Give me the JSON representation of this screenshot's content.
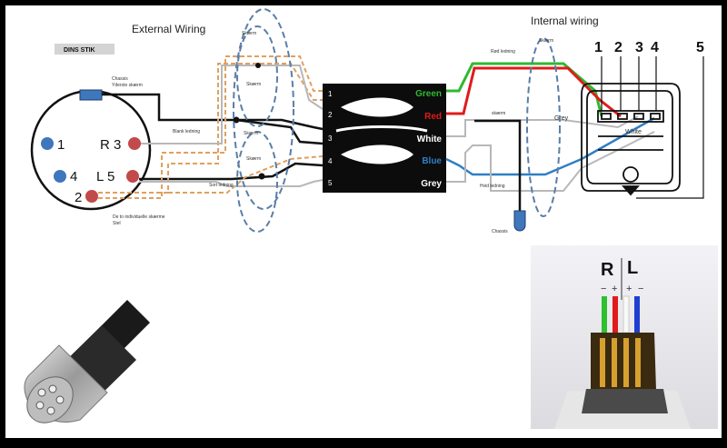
{
  "titles": {
    "external": "External Wiring",
    "internal": "Internal wiring"
  },
  "din": {
    "header": "DINS STIK",
    "chassis_label": "Chassis",
    "outer_shield_label": "Yderste skærm",
    "pins": [
      "1",
      "R 3",
      "4",
      "L 5",
      "2"
    ],
    "bare_wire": "Blank ledning",
    "black_wire": "Sort ledning",
    "individual_shields_1": "De to individuelle skærme",
    "individual_shields_2": "Stel"
  },
  "shields": {
    "s1": "Skærm",
    "s2": "Skærm",
    "s3": "Skærm",
    "s4": "Skærm",
    "s5": "Skærm"
  },
  "block": {
    "numbers": [
      "1",
      "2",
      "3",
      "4",
      "5"
    ],
    "colors": [
      "Green",
      "Red",
      "White",
      "Blue",
      "Grey"
    ]
  },
  "internal": {
    "red_wire": "Rød ledning",
    "shield_inner": "skærm",
    "grey_label": "Grey",
    "white_label": "White",
    "white_wire": "Hvid ledning",
    "chassis": "Chassis",
    "connector_numbers": [
      "1",
      "2",
      "3",
      "4",
      "5"
    ]
  },
  "plug_photo": {
    "r": "R",
    "l": "L",
    "signs": [
      "−",
      "+",
      "+",
      "−"
    ]
  },
  "colors": {
    "green": "#2fb82f",
    "red": "#e01b1b",
    "blue": "#2f7fc4",
    "grey": "#9a9a9a",
    "orange": "#e0a060",
    "shield": "#5a7ea8"
  }
}
